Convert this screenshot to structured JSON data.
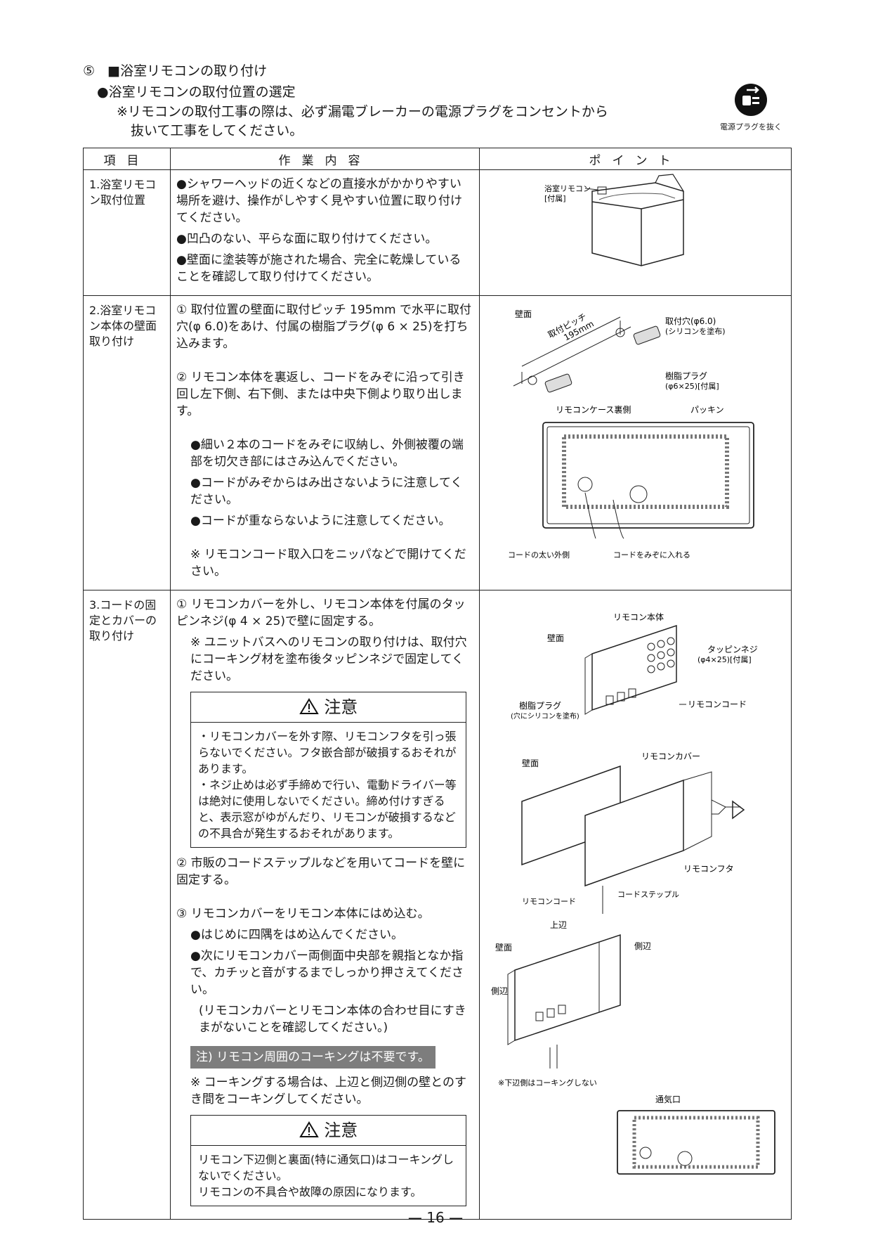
{
  "header": {
    "step_mark": "⑤",
    "title": "■浴室リモコンの取り付け",
    "subtitle": "●浴室リモコンの取付位置の選定",
    "note_line1": "※リモコンの取付工事の際は、必ず漏電ブレーカーの電源プラグをコンセントから",
    "note_line2": "抜いて工事をしてください。",
    "plug_caption": "電源プラグを抜く"
  },
  "table": {
    "headers": [
      "項目",
      "作業内容",
      "ポイント"
    ],
    "rows": [
      {
        "item": "1.浴室リモコン取付位置",
        "bullets": [
          "●シャワーヘッドの近くなどの直接水がかかりやすい場所を避け、操作がしやすく見やすい位置に取り付けてください。",
          "●凹凸のない、平らな面に取り付けてください。",
          "●壁面に塗装等が施された場合、完全に乾燥していることを確認して取り付けてください。"
        ],
        "fig_labels": [
          "浴室リモコン",
          "[付属]"
        ]
      },
      {
        "item": "2.浴室リモコン本体の壁面取り付け",
        "step1": "① 取付位置の壁面に取付ピッチ 195mm で水平に取付穴(φ 6.0)をあけ、付属の樹脂プラグ(φ 6 × 25)を打ち込みます。",
        "step2": "② リモコン本体を裏返し、コードをみぞに沿って引き回し左下側、右下側、または中央下側より取り出します。",
        "sub": [
          "●細い２本のコードをみぞに収納し、外側被覆の端部を切欠き部にはさみ込んでください。",
          "●コードがみぞからはみ出さないように注意してください。",
          "●コードが重ならないように注意してください。"
        ],
        "note": "※ リモコンコード取入口をニッパなどで開けてください。",
        "fig_labels": {
          "wall": "壁面",
          "pitch": "取付ピッチ",
          "pitch_val": "195mm",
          "hole": "取付穴(φ6.0)",
          "hole_note": "(シリコンを塗布)",
          "plug": "樹脂プラグ",
          "plug_note": "(φ6×25)[付属]",
          "case_back": "リモコンケース裏側",
          "packing": "パッキン",
          "cord_outer": "コードの太い外側",
          "cord_groove": "コードをみぞに入れる"
        }
      },
      {
        "item": "3.コードの固定とカバーの取り付け",
        "step1": "① リモコンカバーを外し、リモコン本体を付属のタッピンネジ(φ 4 × 25)で壁に固定する。",
        "step1_note": "※ ユニットバスへのリモコンの取り付けは、取付穴にコーキング材を塗布後タッピンネジで固定してください。",
        "caution1_title": "注意",
        "caution1_body": [
          "・リモコンカバーを外す際、リモコンフタを引っ張らないでください。フタ嵌合部が破損するおそれがあります。",
          "・ネジ止めは必ず手締めで行い、電動ドライバー等は絶対に使用しないでください。締め付けすぎると、表示窓がゆがんだり、リモコンが破損するなどの不具合が発生するおそれがあります。"
        ],
        "step2": "② 市販のコードステップルなどを用いてコードを壁に固定する。",
        "step3": "③ リモコンカバーをリモコン本体にはめ込む。",
        "step3_sub": [
          "●はじめに四隅をはめ込んでください。",
          "●次にリモコンカバー両側面中央部を親指となか指で、カチッと音がするまでしっかり押さえてください。"
        ],
        "step3_paren": "(リモコンカバーとリモコン本体の合わせ目にすきまがないことを確認してください。)",
        "highlight": "注) リモコン周囲のコーキングは不要です。",
        "caulk_note": "※ コーキングする場合は、上辺と側辺側の壁とのすき間をコーキングしてください。",
        "caution2_title": "注意",
        "caution2_body": [
          "リモコン下辺側と裏面(特に通気口)はコーキングしないでください。",
          "リモコンの不具合や故障の原因になります。"
        ],
        "fig_labels": {
          "body": "リモコン本体",
          "wall": "壁面",
          "screw": "タッピンネジ",
          "screw_note": "(φ4×25)[付属]",
          "plug": "樹脂プラグ",
          "plug_note": "(穴にシリコンを塗布)",
          "cord": "リモコンコード",
          "cover": "リモコンカバー",
          "lid": "リモコンフタ",
          "staple": "コードステップル",
          "top": "上辺",
          "side": "側辺",
          "bottom_note": "※下辺側はコーキングしない",
          "vent": "通気口"
        }
      }
    ]
  },
  "footer": {
    "page": "— 16 —"
  }
}
